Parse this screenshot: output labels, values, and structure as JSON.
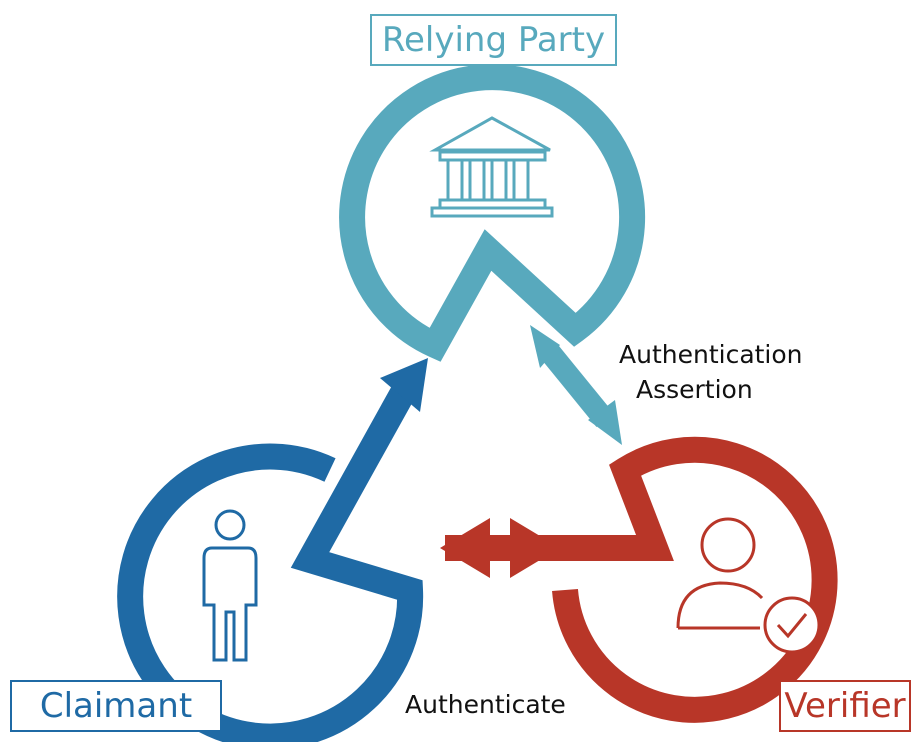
{
  "colors": {
    "relying_party": "#58a9bd",
    "claimant": "#1f6aa5",
    "verifier": "#b83628",
    "text": "#111111"
  },
  "nodes": {
    "relying_party": {
      "label": "Relying Party",
      "icon": "bank-building-icon"
    },
    "claimant": {
      "label": "Claimant",
      "icon": "person-icon"
    },
    "verifier": {
      "label": "Verifier",
      "icon": "user-check-icon"
    }
  },
  "edges": {
    "assertion": {
      "line1": "Authentication",
      "line2": "Assertion",
      "between": [
        "relying_party",
        "verifier"
      ],
      "direction": "bidirectional"
    },
    "authenticate": {
      "label": "Authenticate",
      "between": [
        "claimant",
        "verifier"
      ],
      "direction": "bidirectional"
    },
    "claimant_to_rp": {
      "between": [
        "claimant",
        "relying_party"
      ],
      "direction": "to_relying_party"
    }
  }
}
